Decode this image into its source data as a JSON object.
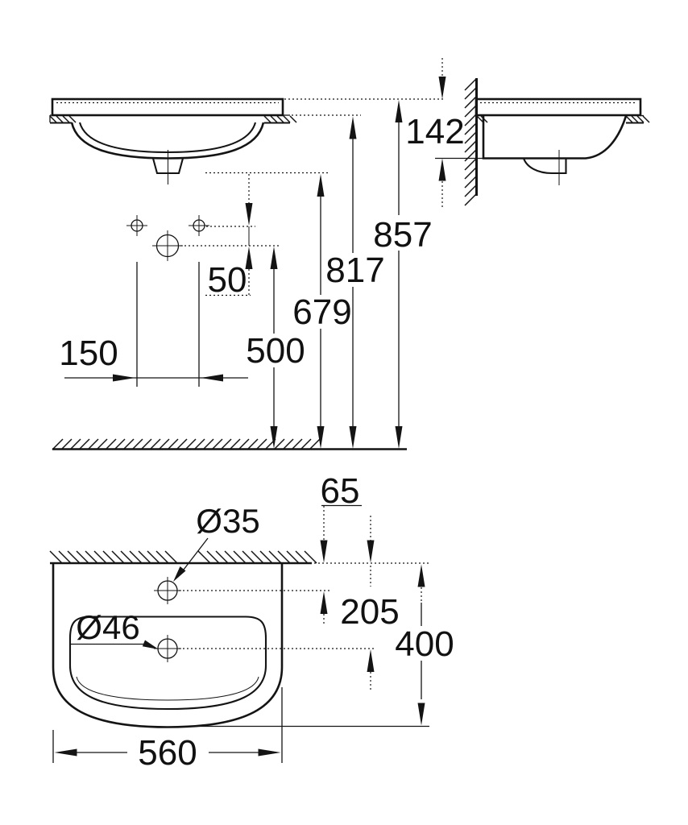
{
  "drawing": {
    "type": "technical-dimension-drawing",
    "subject": "drop-in washbasin installation drawing, three orthographic views",
    "units": "mm",
    "views": {
      "front": {
        "dims": {
          "floor_to_rim": "857",
          "floor_to_counter": "817",
          "floor_to_outlet": "679",
          "floor_to_connection": "500",
          "connection_offset": "50",
          "connection_spacing": "150"
        }
      },
      "side": {
        "dims": {
          "rim_to_underside": "142"
        }
      },
      "plan": {
        "dims": {
          "wall_to_tap_hole": "65",
          "wall_to_waste": "205",
          "depth": "400",
          "width": "560",
          "tap_hole_dia": "Ø35",
          "waste_dia": "Ø46"
        }
      }
    }
  }
}
